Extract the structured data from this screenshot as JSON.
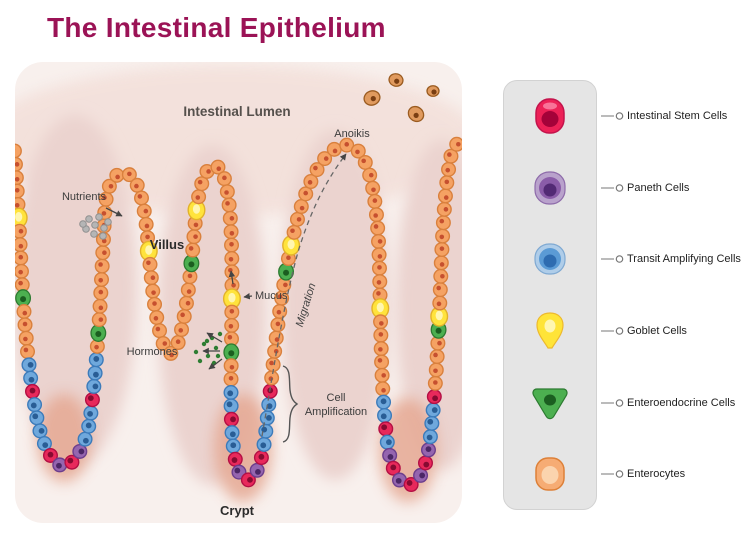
{
  "title": "The Intestinal Epithelium",
  "colors": {
    "title": "#9B1356",
    "legend_panel": "#E5E5E5"
  },
  "diagram": {
    "labels": {
      "lumen": "Intestinal Lumen",
      "anoikis": "Anoikis",
      "nutrients": "Nutrients",
      "villus": "Villus",
      "mucus": "Mucus",
      "hormones": "Hormones",
      "migration": "Migration",
      "cell_amplification_line1": "Cell",
      "cell_amplification_line2": "Amplification",
      "crypt": "Crypt"
    },
    "colors": {
      "panel_bg": "#F8F0ED",
      "enterocyte": "#F5A263",
      "enterocyte_stroke": "#D9803D",
      "enterocyte_nucleus": "#C6502F",
      "stem": "#E8295B",
      "stem_stroke": "#B30F44",
      "stem_nucleus": "#870A31",
      "paneth": "#9565AF",
      "paneth_stroke": "#6C3E8D",
      "paneth_nucleus": "#4B2766",
      "ta": "#6FA8DC",
      "ta_stroke": "#3C7BBA",
      "ta_nucleus": "#295D95",
      "goblet": "#FFE33C",
      "goblet_stroke": "#E2B22B",
      "endocrine": "#4CAF50",
      "endocrine_stroke": "#2C7A30",
      "endocrine_nucleus": "#1B5E20",
      "anoikis_cell": "#E09A5E",
      "anoikis_stroke": "#9A5B20",
      "anoikis_nucleus": "#7A3E12",
      "nutrient_dot": "#B5B5B5",
      "hormone_dot": "#2E7D32",
      "annotation": "#3C3C3C"
    }
  },
  "legend": {
    "items": [
      {
        "label": "Intestinal Stem Cells",
        "color": "#EC2157",
        "nucleus": "#A40239"
      },
      {
        "label": "Paneth Cells",
        "color": "#8A5CA8",
        "nucleus": "#522A74"
      },
      {
        "label": "Transit Amplifying Cells",
        "color": "#5B9BD5",
        "nucleus": "#2E6CB0"
      },
      {
        "label": "Goblet Cells",
        "color": "#FFE438",
        "nucleus": "#FFF6B0"
      },
      {
        "label": "Enteroendocrine Cells",
        "color": "#4CAF50",
        "nucleus": "#1B5E20"
      },
      {
        "label": "Enterocytes",
        "color": "#F6AC74",
        "nucleus": "#FBD4AE"
      }
    ]
  }
}
